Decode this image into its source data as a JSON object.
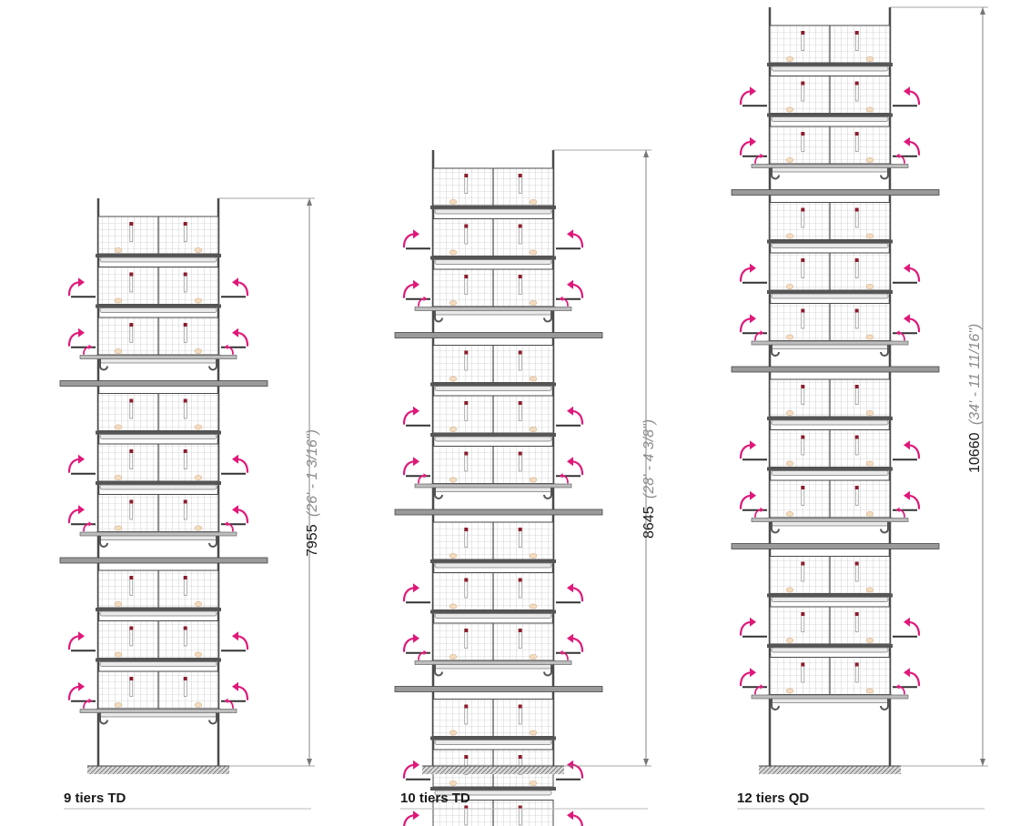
{
  "colors": {
    "accent_arrow": "#e0187a",
    "structure": "#4a4a4a",
    "mesh": "#9a9a9a",
    "floor": "#888888",
    "caption_rule": "#bbbbbb"
  },
  "icons": [
    "curved-arrow-icon",
    "hatched-floor-icon",
    "mesh-cage-icon"
  ],
  "racks": [
    {
      "id": "rack-9",
      "caption": "9 tiers TD",
      "tiers": 9,
      "group_size": 3,
      "dimension_mm": "7955",
      "dimension_imperial": "(26' - 1 3/16\")"
    },
    {
      "id": "rack-10",
      "caption": "10 tiers TD",
      "tiers": 10,
      "group_size": 3,
      "dimension_mm": "8645",
      "dimension_imperial": "(28' - 4 3/8\")"
    },
    {
      "id": "rack-12",
      "caption": "12 tiers QD",
      "tiers": 12,
      "group_size": 3,
      "dimension_mm": "10660",
      "dimension_imperial": "(34' - 11 11/16\")"
    }
  ]
}
